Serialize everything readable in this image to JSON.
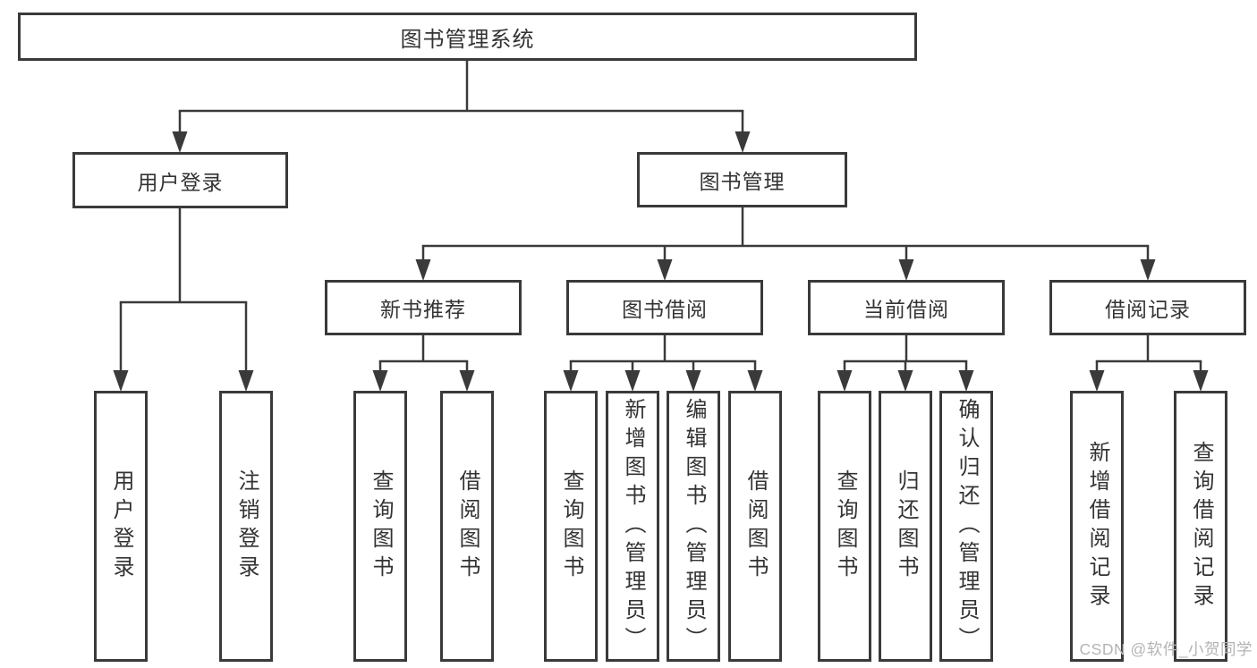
{
  "diagram": {
    "type": "hierarchy",
    "root": {
      "label": "图书管理系统"
    },
    "branches": [
      {
        "label": "用户登录",
        "children": [
          {
            "label": "用户登录"
          },
          {
            "label": "注销登录"
          }
        ]
      },
      {
        "label": "图书管理",
        "children": [
          {
            "label": "新书推荐",
            "children": [
              {
                "label": "查询图书"
              },
              {
                "label": "借阅图书"
              }
            ]
          },
          {
            "label": "图书借阅",
            "children": [
              {
                "label": "查询图书"
              },
              {
                "label": "新增图书（管理员）"
              },
              {
                "label": "编辑图书（管理员）"
              },
              {
                "label": "借阅图书"
              }
            ]
          },
          {
            "label": "当前借阅",
            "children": [
              {
                "label": "查询图书"
              },
              {
                "label": "归还图书"
              },
              {
                "label": "确认归还（管理员）"
              }
            ]
          },
          {
            "label": "借阅记录",
            "children": [
              {
                "label": "新增借阅记录"
              },
              {
                "label": "查询借阅记录"
              }
            ]
          }
        ]
      }
    ]
  },
  "watermark": {
    "text": "CSDN @软件_小贺同学"
  },
  "colors": {
    "line": "#3a3a3a",
    "box_border": "#3a3a3a",
    "text": "#333333",
    "watermark": "#b4b4b4",
    "background": "#ffffff"
  }
}
